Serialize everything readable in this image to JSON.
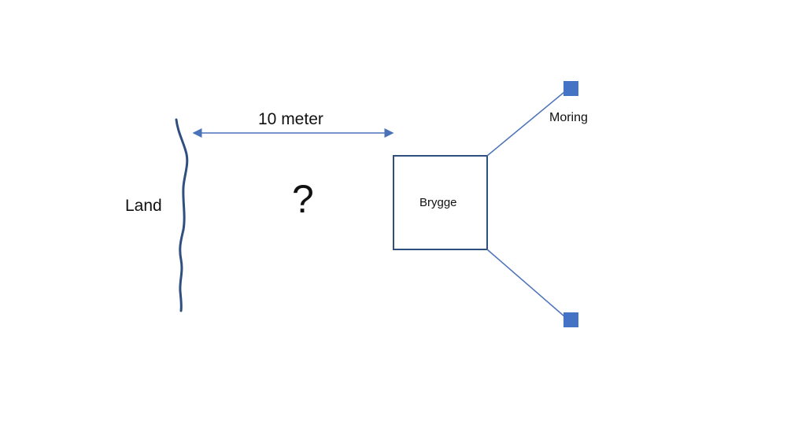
{
  "diagram": {
    "labels": {
      "land": "Land",
      "distance": "10 meter",
      "unknown": "?",
      "dock": "Brygge",
      "mooring": "Moring"
    },
    "colors": {
      "shoreline": "#2f4f7f",
      "dock_outline": "#2f4f7f",
      "arrow": "#4a72b8",
      "mooring_line": "#4a72b8",
      "mooring_fill": "#4472c4",
      "text": "#111111",
      "background": "#ffffff"
    }
  }
}
